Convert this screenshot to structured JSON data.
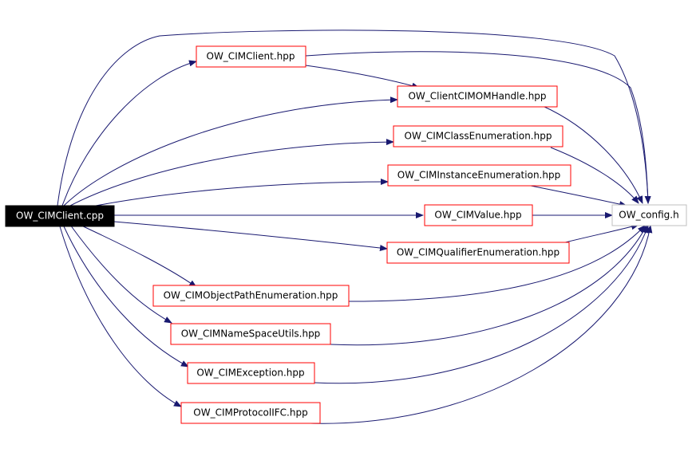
{
  "diagram": {
    "colors": {
      "edge": "#191970",
      "node_border": "#ff0000",
      "root_fill": "#000000",
      "root_text": "#ffffff",
      "leaf_border": "#bfbfbf",
      "text": "#000000"
    },
    "nodes": [
      {
        "id": "root",
        "label": "OW_CIMClient.cpp",
        "kind": "root"
      },
      {
        "id": "cimclient_hpp",
        "label": "OW_CIMClient.hpp",
        "kind": "header"
      },
      {
        "id": "clientcimomhandle",
        "label": "OW_ClientCIMOMHandle.hpp",
        "kind": "header"
      },
      {
        "id": "classenum",
        "label": "OW_CIMClassEnumeration.hpp",
        "kind": "header"
      },
      {
        "id": "instenum",
        "label": "OW_CIMInstanceEnumeration.hpp",
        "kind": "header"
      },
      {
        "id": "cimvalue",
        "label": "OW_CIMValue.hpp",
        "kind": "header"
      },
      {
        "id": "qualenum",
        "label": "OW_CIMQualifierEnumeration.hpp",
        "kind": "header"
      },
      {
        "id": "objpathenum",
        "label": "OW_CIMObjectPathEnumeration.hpp",
        "kind": "header"
      },
      {
        "id": "nsutils",
        "label": "OW_CIMNameSpaceUtils.hpp",
        "kind": "header"
      },
      {
        "id": "cimexception",
        "label": "OW_CIMException.hpp",
        "kind": "header"
      },
      {
        "id": "protocolifc",
        "label": "OW_CIMProtocolIFC.hpp",
        "kind": "header"
      },
      {
        "id": "config",
        "label": "OW_config.h",
        "kind": "leaf"
      }
    ],
    "edges": [
      {
        "from": "root",
        "to": "cimclient_hpp"
      },
      {
        "from": "root",
        "to": "clientcimomhandle"
      },
      {
        "from": "root",
        "to": "classenum"
      },
      {
        "from": "root",
        "to": "instenum"
      },
      {
        "from": "root",
        "to": "cimvalue"
      },
      {
        "from": "root",
        "to": "qualenum"
      },
      {
        "from": "root",
        "to": "objpathenum"
      },
      {
        "from": "root",
        "to": "nsutils"
      },
      {
        "from": "root",
        "to": "cimexception"
      },
      {
        "from": "root",
        "to": "protocolifc"
      },
      {
        "from": "root",
        "to": "config"
      },
      {
        "from": "cimclient_hpp",
        "to": "clientcimomhandle"
      },
      {
        "from": "cimclient_hpp",
        "to": "config"
      },
      {
        "from": "clientcimomhandle",
        "to": "config"
      },
      {
        "from": "classenum",
        "to": "config"
      },
      {
        "from": "instenum",
        "to": "config"
      },
      {
        "from": "cimvalue",
        "to": "config"
      },
      {
        "from": "qualenum",
        "to": "config"
      },
      {
        "from": "objpathenum",
        "to": "config"
      },
      {
        "from": "nsutils",
        "to": "config"
      },
      {
        "from": "cimexception",
        "to": "config"
      },
      {
        "from": "protocolifc",
        "to": "config"
      }
    ]
  }
}
